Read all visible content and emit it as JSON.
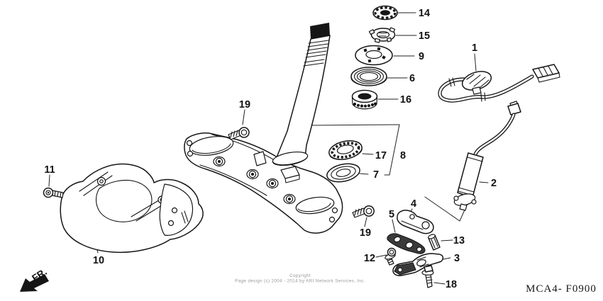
{
  "diagram": {
    "code": "MCA4- F0900",
    "direction_indicator": "FR.",
    "copyright_line1": "Copyright",
    "copyright_line2": "Page design (c) 2004 - 2014 by ARI Network Services, Inc.",
    "callouts": {
      "c1": "1",
      "c2": "2",
      "c3": "3",
      "c4": "4",
      "c5": "5",
      "c6": "6",
      "c7": "7",
      "c8": "8",
      "c9": "9",
      "c10": "10",
      "c11": "11",
      "c12": "12",
      "c13": "13",
      "c14": "14",
      "c15": "15",
      "c16": "16",
      "c17": "17",
      "c18": "18",
      "c19_top": "19",
      "c19_bottom": "19"
    },
    "colors": {
      "line": "#161616",
      "background": "#ffffff",
      "muted_text": "#9a9a9a"
    }
  }
}
